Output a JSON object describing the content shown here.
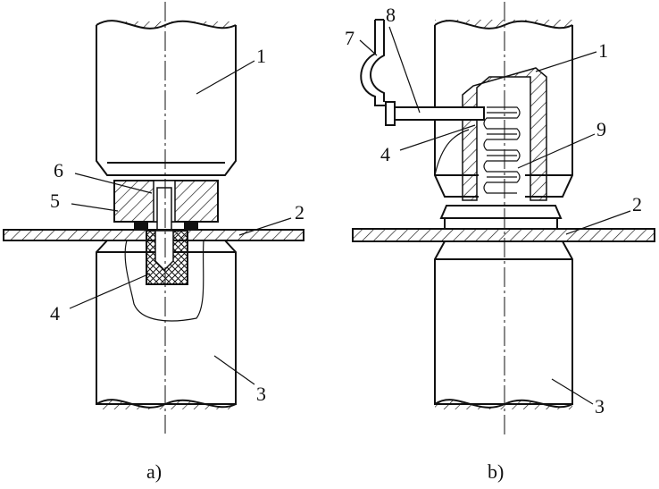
{
  "figure_a": {
    "caption": "a)",
    "labels": {
      "l1": "1",
      "l2": "2",
      "l3": "3",
      "l4": "4",
      "l5": "5",
      "l6": "6"
    }
  },
  "figure_b": {
    "caption": "b)",
    "labels": {
      "l1": "1",
      "l2": "2",
      "l3": "3",
      "l4": "4",
      "l7": "7",
      "l8": "8",
      "l9": "9"
    }
  },
  "colors": {
    "line": "#111111",
    "background": "#ffffff"
  }
}
